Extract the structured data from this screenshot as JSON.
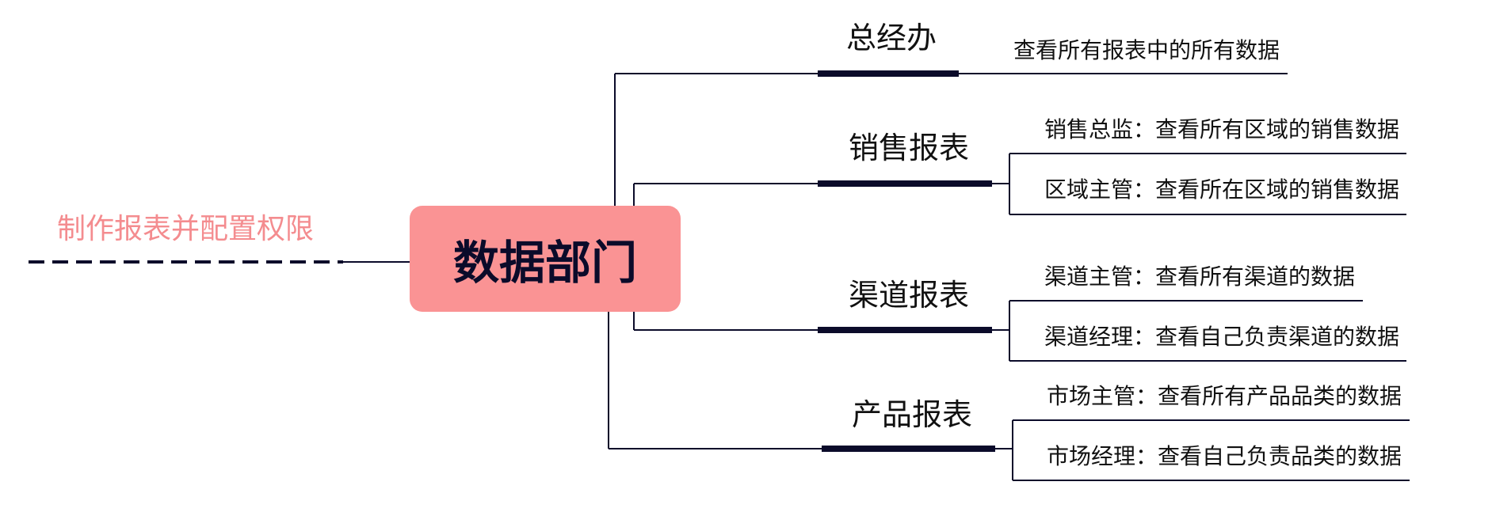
{
  "diagram": {
    "root_label": "数据部门",
    "left_label": "制作报表并配置权限",
    "branches": [
      {
        "label": "总经办",
        "leaves": [
          "查看所有报表中的所有数据"
        ]
      },
      {
        "label": "销售报表",
        "leaves": [
          "销售总监：查看所有区域的销售数据",
          "区域主管：查看所在区域的销售数据"
        ]
      },
      {
        "label": "渠道报表",
        "leaves": [
          "渠道主管：查看所有渠道的数据",
          "渠道经理：查看自己负责渠道的数据"
        ]
      },
      {
        "label": "产品报表",
        "leaves": [
          "市场主管：查看所有产品品类的数据",
          "市场经理：查看自己负责品类的数据"
        ]
      }
    ]
  }
}
